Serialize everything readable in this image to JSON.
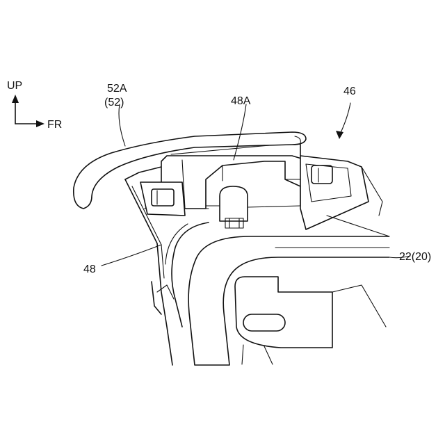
{
  "orientation": {
    "up": "UP",
    "front": "FR"
  },
  "labels": {
    "assembly": "46",
    "handle_main": "52A",
    "handle_ref": "(52)",
    "bracket_top": "48A",
    "bracket": "48",
    "tube": "22(20)"
  },
  "colors": {
    "line": "#111111",
    "background": "#ffffff"
  }
}
